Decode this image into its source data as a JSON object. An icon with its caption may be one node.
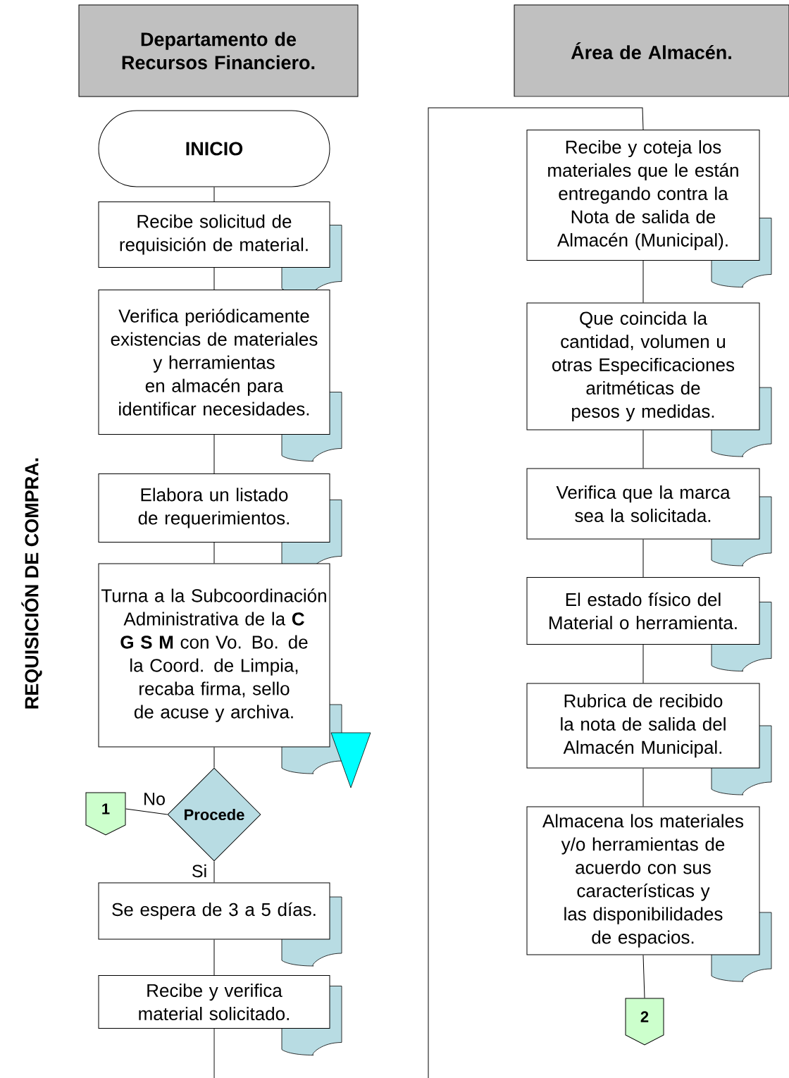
{
  "diagram": {
    "nodes": [
      {
        "text": [
          "Departamento de Recursos Financiero."
        ]
      },
      {
        "text": [
          "Área de Almacén."
        ]
      },
      {
        "text": [
          "INICIO"
        ]
      },
      {
        "text": [
          "Recibe solicitud de requisición de material."
        ]
      },
      {
        "text": [
          "Verifica periódicamente existencias de materiales y herramientas en almacén para identificar necesidades."
        ]
      },
      {
        "text": [
          "Elabora un listado de requerimientos."
        ]
      },
      {
        "text": [
          "Turna a la Subcoordinación Administrativa de la **C G S M** con Vo. Bo. de la Coord. de Limpia, recaba firma, sello de acuse y archiva."
        ]
      },
      {
        "text": [
          "Procede"
        ]
      },
      {
        "text": [
          "1"
        ]
      },
      {
        "text": [
          "Se espera de 3 a 5 días."
        ]
      },
      {
        "text": [
          "Recibe y verifica material solicitado."
        ]
      },
      {
        "text": [
          "Recibe y coteja los materiales que le están entregando contra la Nota de salida de Almacén (Municipal)."
        ]
      },
      {
        "text": [
          "Que coincida la cantidad, volumen u otras Especificaciones aritméticas de pesos y medidas."
        ]
      },
      {
        "text": [
          "Verifica que la marca sea la solicitada."
        ]
      },
      {
        "text": [
          "El estado físico del Material o herramienta."
        ]
      },
      {
        "text": [
          "Rubrica de recibido la nota de salida del Almacén Municipal."
        ]
      },
      {
        "text": [
          "Almacena los materiales y/o herramientas de acuerdo con sus características y las disponibilidades de espacios."
        ]
      },
      {
        "text": [
          "2"
        ]
      },
      {
        "text": [],
        "shape": "triangle"
      }
    ],
    "edges": [
      {
        "from": 2,
        "to": 3,
        "arrow": "none"
      },
      {
        "from": 3,
        "to": 4,
        "arrow": "none"
      },
      {
        "from": 4,
        "to": 5,
        "arrow": "none"
      },
      {
        "from": 5,
        "to": 6,
        "arrow": "none"
      },
      {
        "from": 6,
        "to": 7,
        "arrow": "none"
      },
      {
        "from": 7,
        "to": 8,
        "arrow": "none",
        "label": "No"
      },
      {
        "from": 7,
        "to": 9,
        "arrow": "none",
        "label": "Si"
      },
      {
        "from": 9,
        "to": 10,
        "arrow": "none"
      },
      {
        "from": 10,
        "to": null,
        "arrow": "none"
      },
      {
        "from": null,
        "to": 11,
        "arrow": "none"
      },
      {
        "from": 11,
        "to": 12,
        "arrow": "none"
      },
      {
        "from": 12,
        "to": 13,
        "arrow": "none"
      },
      {
        "from": 13,
        "to": 14,
        "arrow": "none"
      },
      {
        "from": 14,
        "to": 15,
        "arrow": "none"
      },
      {
        "from": 15,
        "to": 16,
        "arrow": "none"
      },
      {
        "from": 16,
        "to": 17,
        "arrow": "none"
      }
    ],
    "labels": [
      "REQUISICIÓN DE COMPRA."
    ]
  }
}
